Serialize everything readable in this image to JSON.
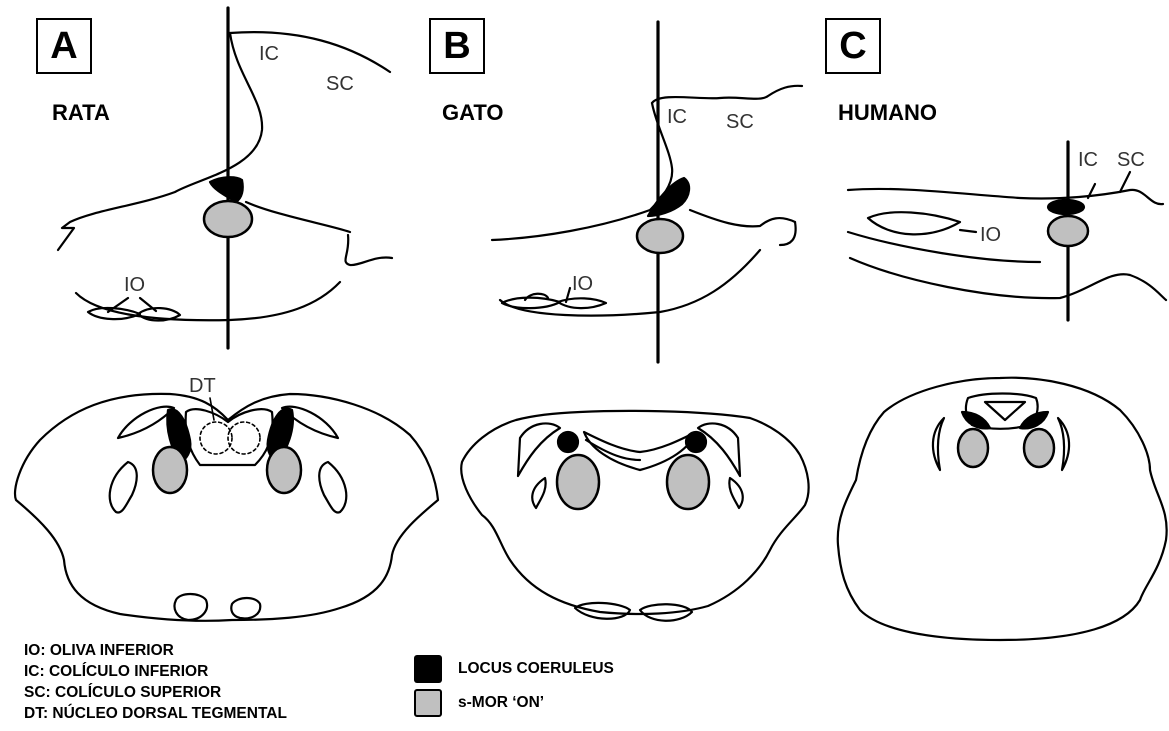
{
  "panels": [
    {
      "letter": "A",
      "species": "RATA"
    },
    {
      "letter": "B",
      "species": "GATO"
    },
    {
      "letter": "C",
      "species": "HUMANO"
    }
  ],
  "labels": {
    "ic": "IC",
    "sc": "SC",
    "io": "IO",
    "dt": "DT"
  },
  "abbreviations": [
    {
      "abbr": "IO:",
      "text": "OLIVA INFERIOR"
    },
    {
      "abbr": "IC:",
      "text": "COLÍCULO INFERIOR"
    },
    {
      "abbr": "SC:",
      "text": "COLÍCULO SUPERIOR"
    },
    {
      "abbr": "DT:",
      "text": "NÚCLEO DORSAL TEGMENTAL"
    }
  ],
  "legend": {
    "locus_coeruleus": "LOCUS COERULEUS",
    "smor_on": "s-MOR ‘ON’"
  },
  "colors": {
    "locus_coeruleus": "#000000",
    "smor_on": "#c0c0c0",
    "outline": "#000000"
  }
}
